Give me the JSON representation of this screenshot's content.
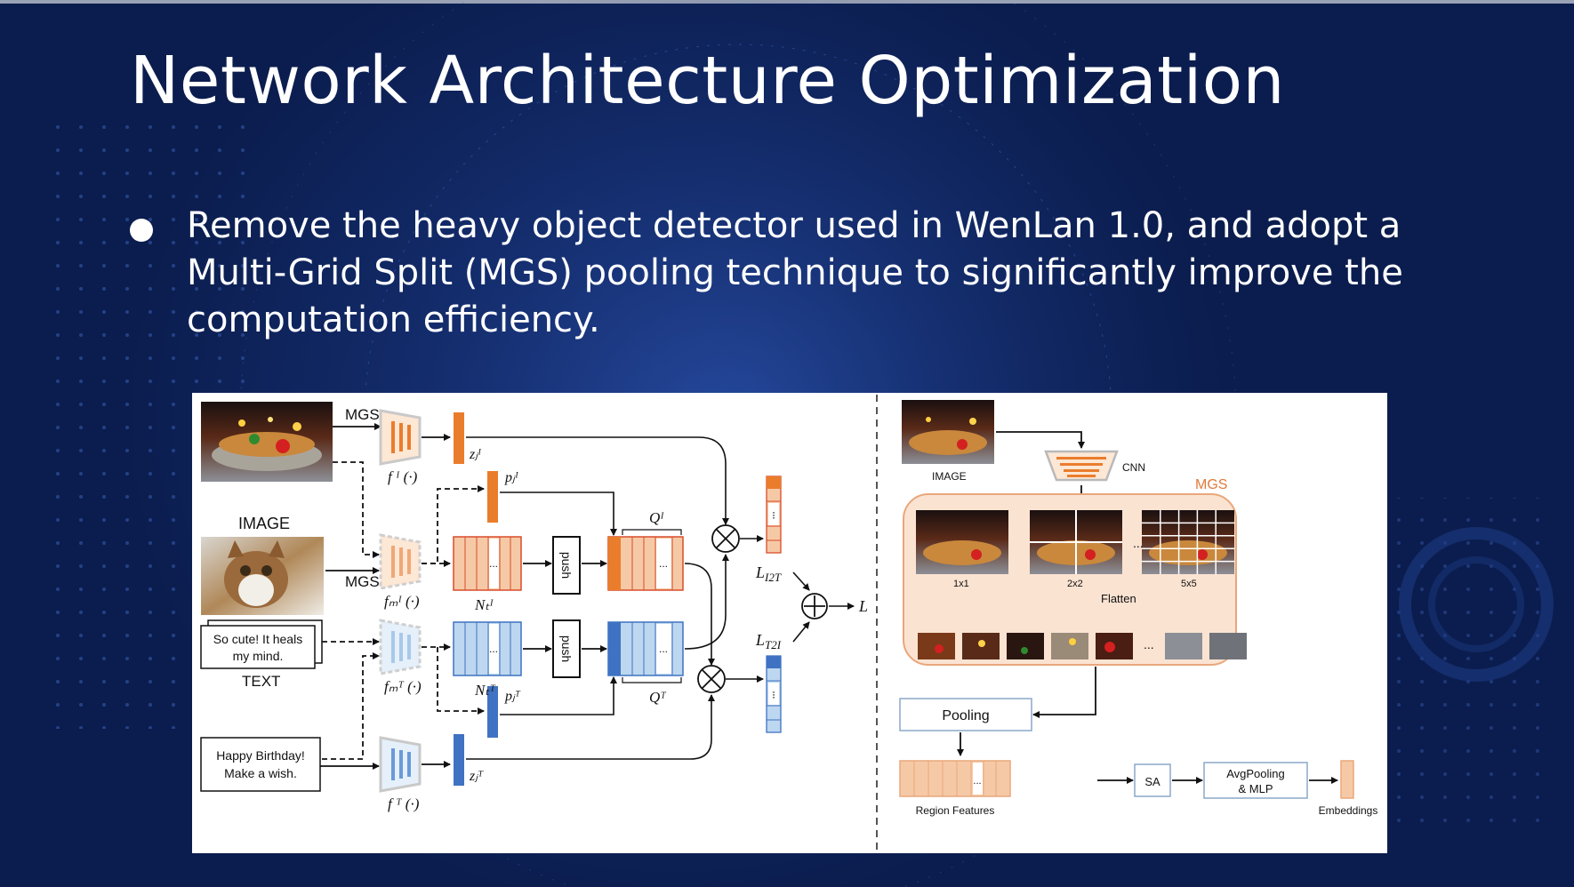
{
  "slide": {
    "title": "Network Architecture Optimization",
    "bullet": "Remove the heavy object detector used in WenLan 1.0, and adopt a Multi-Grid Split (MGS) pooling technique to significantly improve the computation efficiency."
  },
  "diagram": {
    "left": {
      "mgs_label": "MGS",
      "image_label": "IMAGE",
      "text_label": "TEXT",
      "text_box_1": [
        "So cute! It heals",
        "my mind."
      ],
      "text_box_2": [
        "Happy Birthday!",
        "Make a wish."
      ],
      "push_label": "push",
      "ellipsis": "...",
      "vector_dots": "⁝"
    },
    "right": {
      "image_label": "IMAGE",
      "cnn_label": "CNN",
      "mgs_label": "MGS",
      "grid_labels": [
        "1x1",
        "2x2",
        "5x5"
      ],
      "ellipsis": "...",
      "flatten_label": "Flatten",
      "pooling_label": "Pooling",
      "region_features_label": "Region Features",
      "sa_label": "SA",
      "avgpool_label": [
        "AvgPooling",
        "& MLP"
      ],
      "embeddings_label": "Embeddings"
    },
    "colors": {
      "image_orange": "#ea7d2c",
      "light_orange": "#f6c9a6",
      "text_blue": "#3f72c2",
      "light_blue": "#bcd7ef",
      "mgs_panel": "#fbe3d2",
      "mgs_border": "#e9a77b"
    }
  }
}
